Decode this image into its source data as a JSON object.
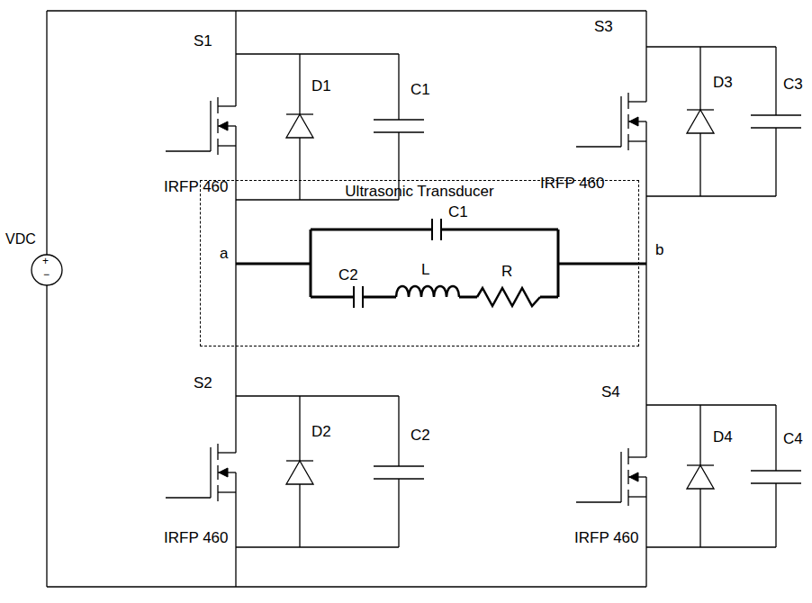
{
  "diagram": {
    "nodes": [
      {
        "text": [
          "Ultrasonic Transducer"
        ]
      }
    ],
    "labels": [
      "S1",
      "D1",
      "C1",
      "S3",
      "D3",
      "C3",
      "IRFP 460",
      "IRFP 460",
      "VDC",
      "+",
      "−",
      "a",
      "b",
      "C1",
      "C2",
      "L",
      "R",
      "S2",
      "D2",
      "C2",
      "S4",
      "D4",
      "C4",
      "IRFP 460",
      "IRFP 460"
    ]
  }
}
